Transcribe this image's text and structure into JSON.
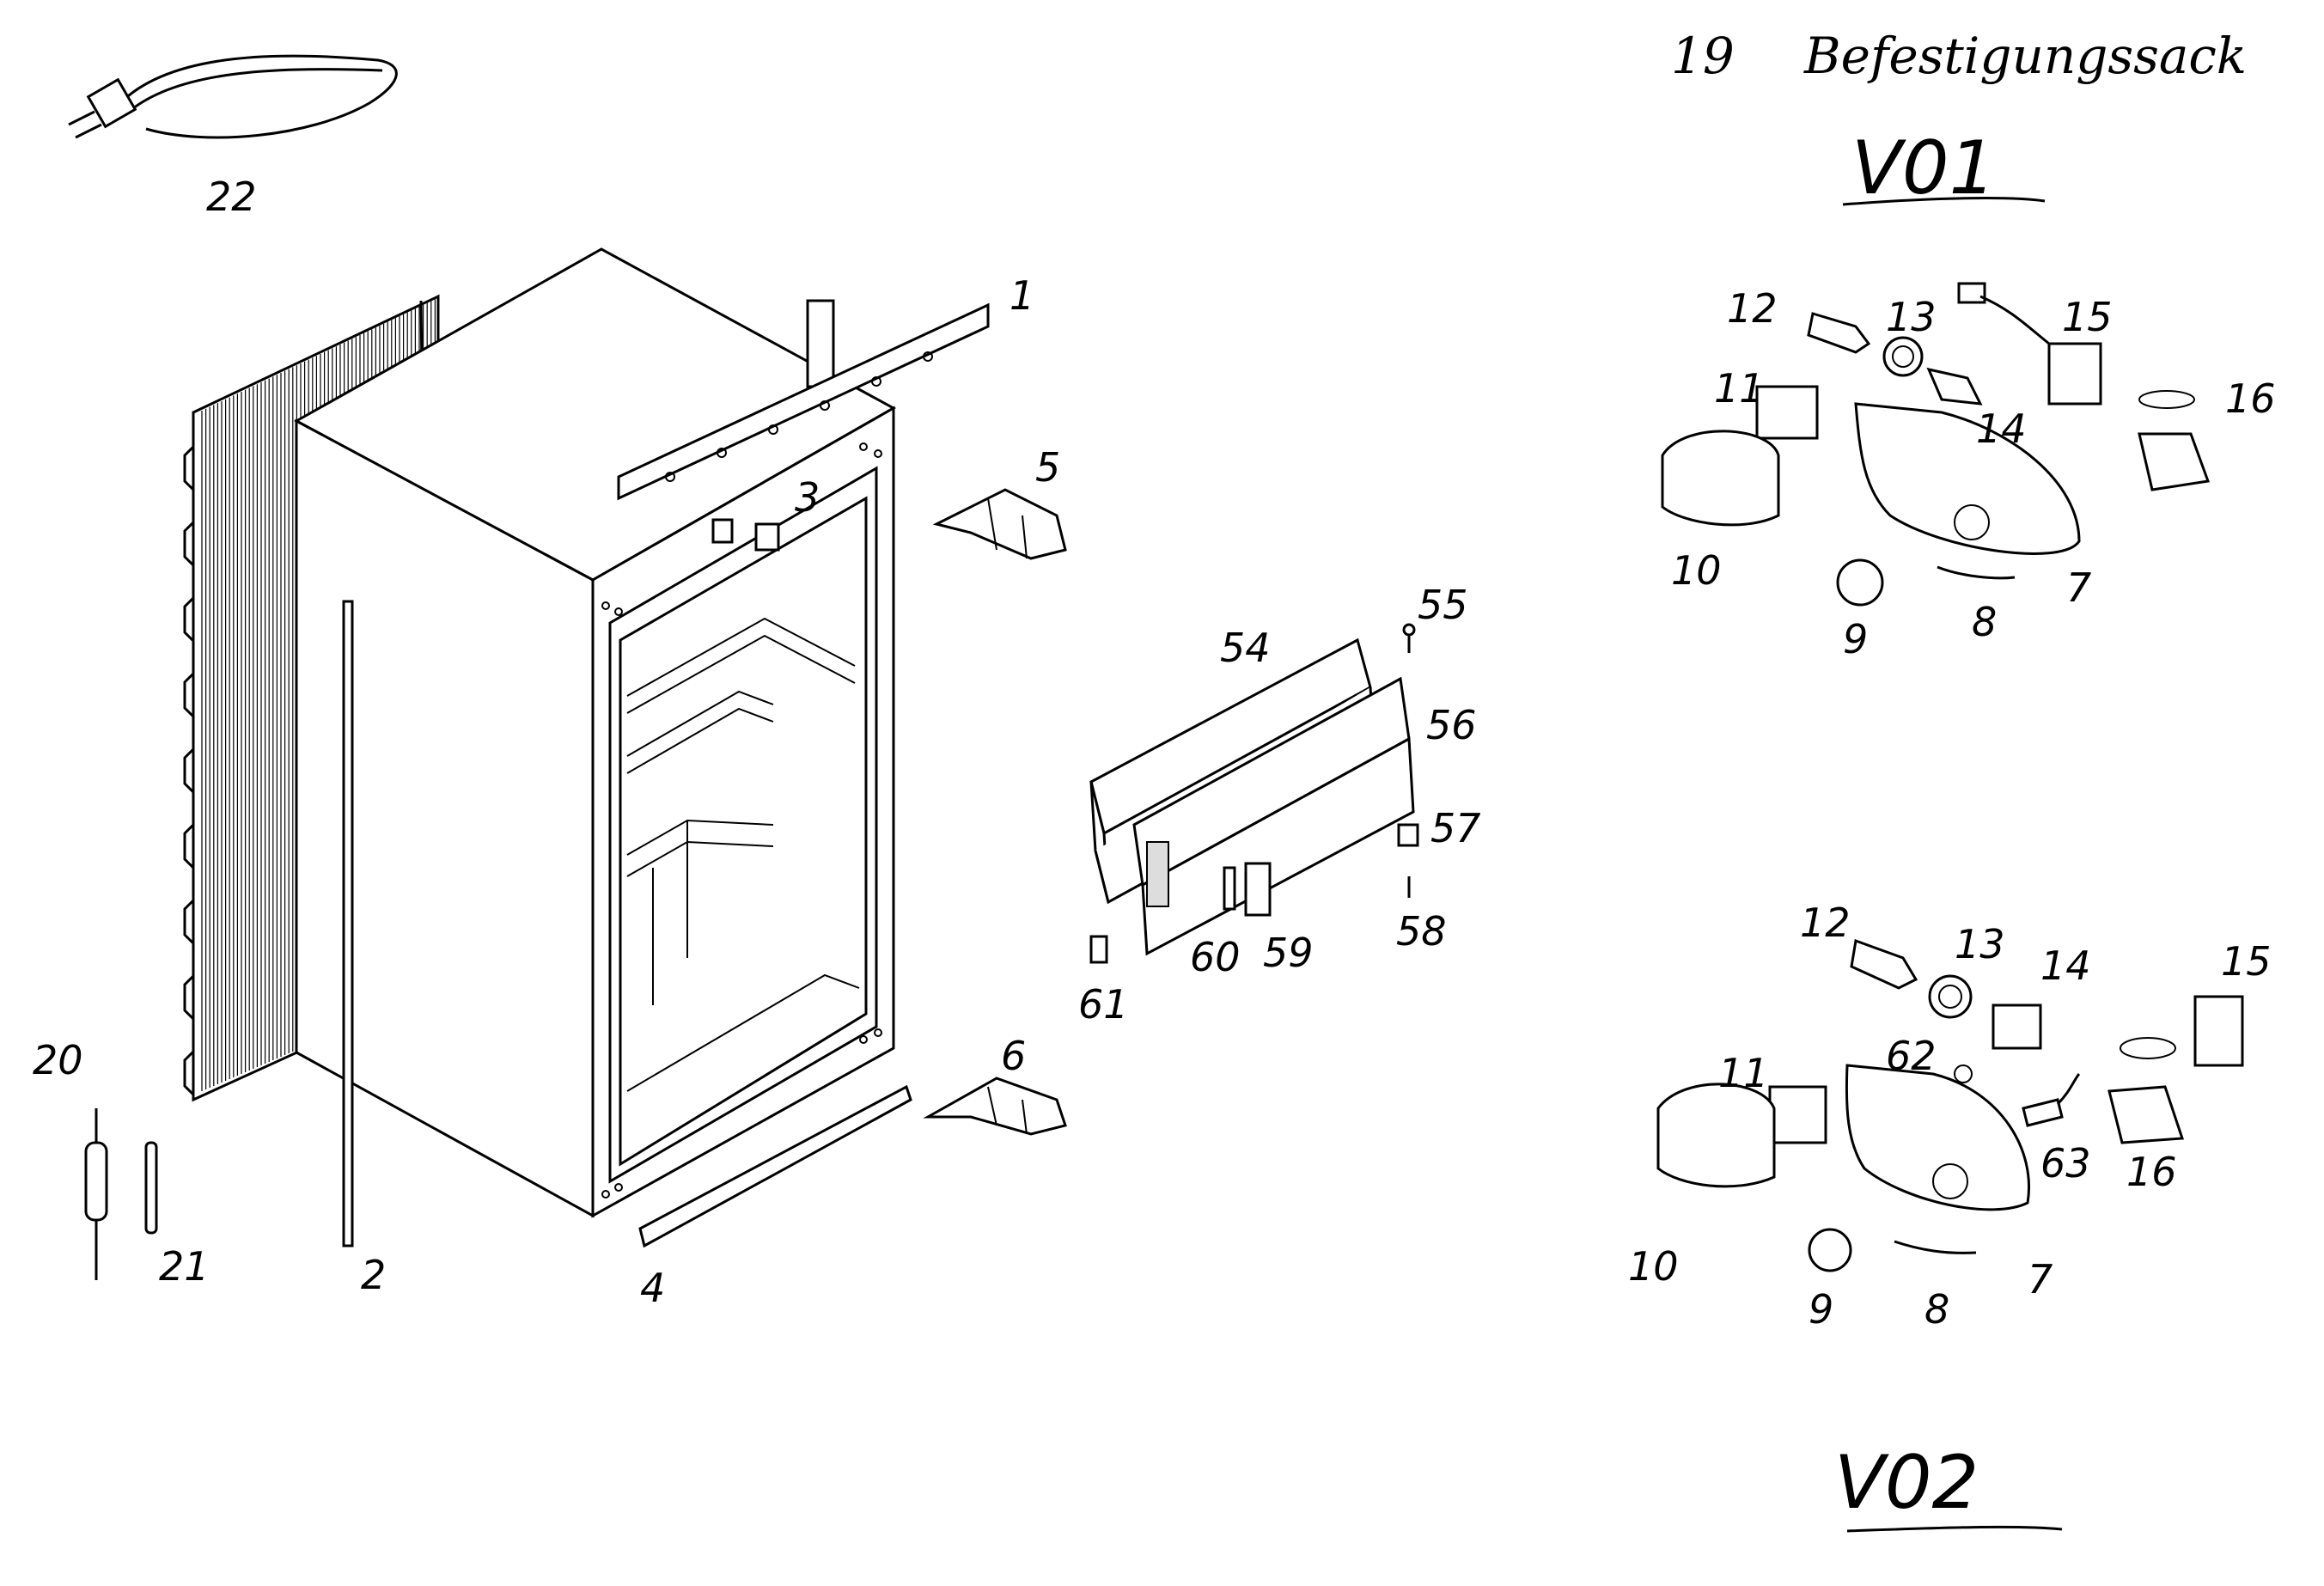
{
  "header": {
    "bag_number": "19",
    "bag_label": "Befestigungssack"
  },
  "variants": [
    {
      "title": "V01"
    },
    {
      "title": "V02"
    }
  ],
  "part_labels": {
    "p1": "1",
    "p2": "2",
    "p3": "3",
    "p4": "4",
    "p5": "5",
    "p6": "6",
    "p20": "20",
    "p21": "21",
    "p22": "22",
    "p54": "54",
    "p55": "55",
    "p56": "56",
    "p57": "57",
    "p58": "58",
    "p59": "59",
    "p60": "60",
    "p61": "61"
  },
  "v01_labels": {
    "p7": "7",
    "p8": "8",
    "p9": "9",
    "p10": "10",
    "p11": "11",
    "p12": "12",
    "p13": "13",
    "p14": "14",
    "p15": "15",
    "p16": "16"
  },
  "v02_labels": {
    "p7": "7",
    "p8": "8",
    "p9": "9",
    "p10": "10",
    "p11": "11",
    "p12": "12",
    "p13": "13",
    "p14": "14",
    "p15": "15",
    "p16": "16",
    "p62": "62",
    "p63": "63"
  }
}
